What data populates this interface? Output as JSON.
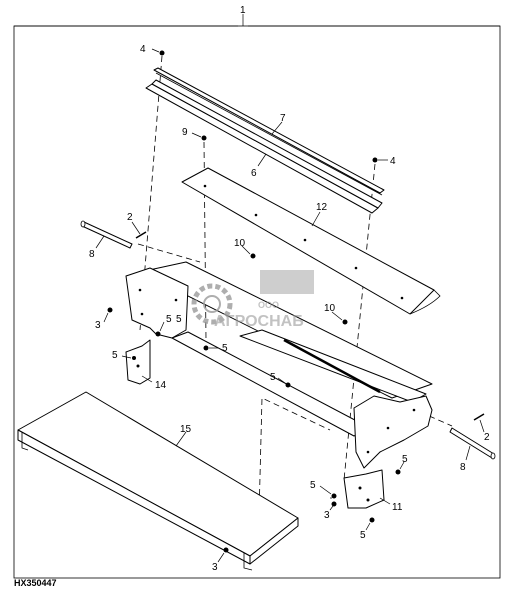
{
  "diagram_number": "1",
  "figure_id": "HX350447",
  "watermark": {
    "company_prefix": "ООО",
    "company_name": "АГРОСНАБ"
  },
  "callouts": {
    "c1": "1",
    "c4a": "4",
    "c4b": "4",
    "c7": "7",
    "c9": "9",
    "c6": "6",
    "c12": "12",
    "c2a": "2",
    "c8a": "8",
    "c10a": "10",
    "c10b": "10",
    "c3a": "3",
    "c5a": "5",
    "c5b": "5",
    "c5c": "5",
    "c5d": "5",
    "c14": "14",
    "c5e": "5",
    "c15": "15",
    "c2b": "2",
    "c8b": "8",
    "c5f": "5",
    "c5g": "5",
    "c3b": "3",
    "c11": "11",
    "c5h": "5",
    "c3c": "3"
  }
}
